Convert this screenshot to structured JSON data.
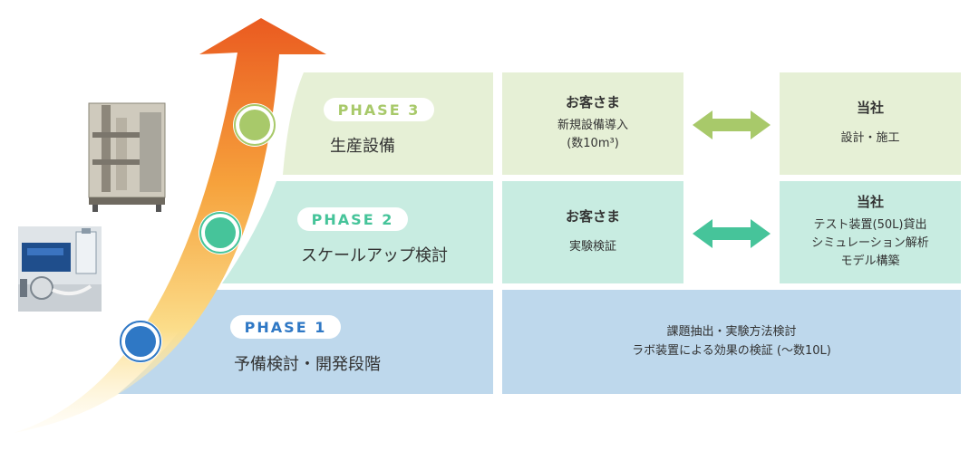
{
  "colors": {
    "p3_bg": "#e6f0d6",
    "p2_bg": "#c8ece1",
    "p1_bg": "#bed8ec",
    "p3_accent": "#a8c96a",
    "p2_accent": "#46c49a",
    "p1_accent": "#2f78c5",
    "arrow_top": "#ea5a20",
    "arrow_mid": "#f7a23a",
    "arrow_tail": "#fbe3a0"
  },
  "phases": [
    {
      "badge": "PHASE 3",
      "name": "生産設備",
      "customer": {
        "title": "お客さま",
        "lines": [
          "新規設備導入",
          "(数10m³)"
        ]
      },
      "company": {
        "title": "当社",
        "lines": [
          "設計・施工"
        ]
      }
    },
    {
      "badge": "PHASE 2",
      "name": "スケールアップ検討",
      "customer": {
        "title": "お客さま",
        "lines": [
          "実験検証"
        ]
      },
      "company": {
        "title": "当社",
        "lines": [
          "テスト装置(50L)貸出",
          "シミュレーション解析",
          "モデル構築"
        ]
      }
    },
    {
      "badge": "PHASE 1",
      "name": "予備検討・開発段階",
      "lines": [
        "課題抽出・実験方法検討",
        "ラボ装置による効果の検証 (〜数10L)"
      ]
    }
  ],
  "icons": [
    "double-arrow-icon",
    "phase-circle-icon",
    "growth-arrow-icon"
  ]
}
